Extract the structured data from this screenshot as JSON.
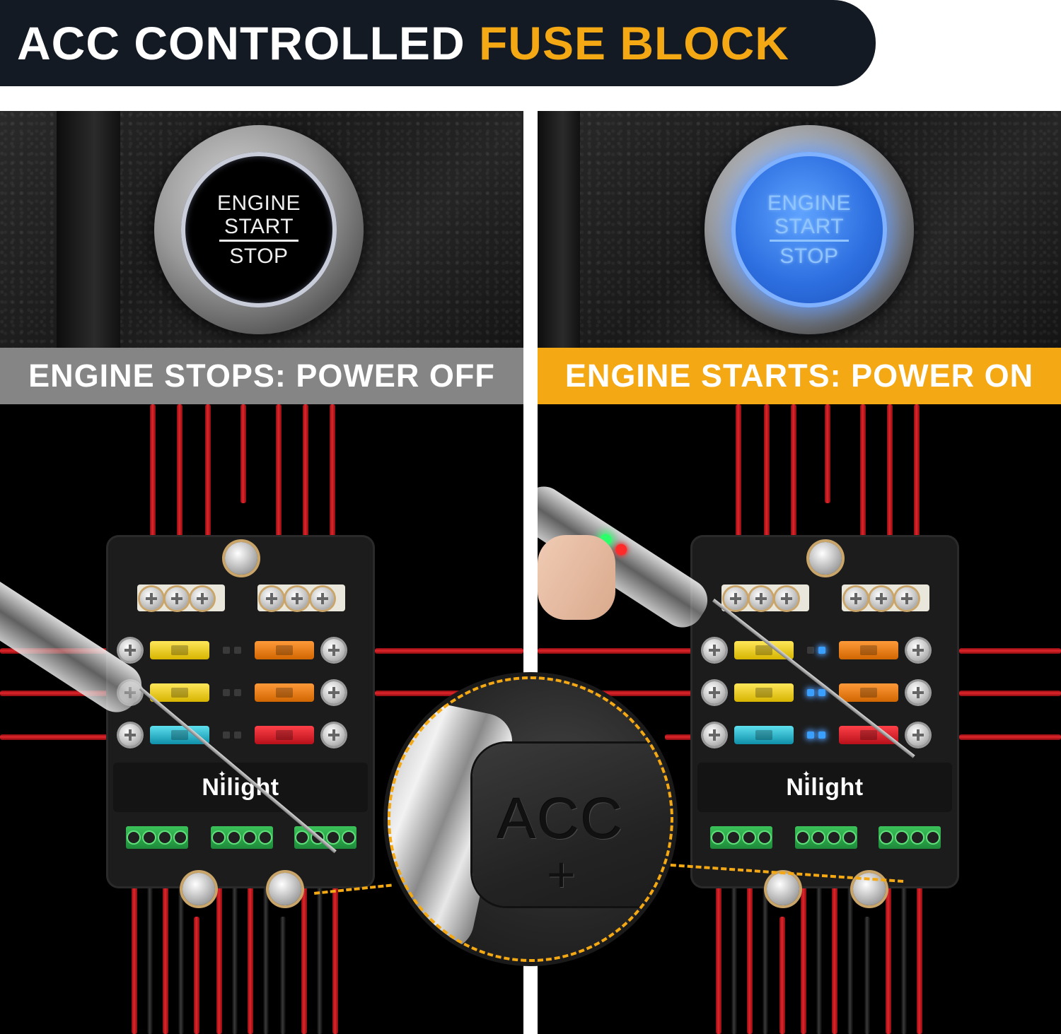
{
  "header": {
    "title_main": "ACC CONTROLLED",
    "title_accent": "FUSE BLOCK"
  },
  "colors": {
    "accent": "#f4a813",
    "banner": "#141a24",
    "off_bar": "#858585",
    "button_lit": "#2d6fe0",
    "wire_red": "#e0262b",
    "led_blue": "#3aa0ff"
  },
  "left_panel": {
    "button": {
      "line1": "ENGINE",
      "line2": "START",
      "line3": "STOP"
    },
    "status": "ENGINE STOPS: POWER OFF",
    "logo": "Nilight"
  },
  "right_panel": {
    "button": {
      "line1": "ENGINE",
      "line2": "START",
      "line3": "STOP"
    },
    "status": "ENGINE STARTS: POWER ON",
    "logo": "Nilight"
  },
  "magnifier": {
    "label": "ACC",
    "symbol": "+"
  }
}
